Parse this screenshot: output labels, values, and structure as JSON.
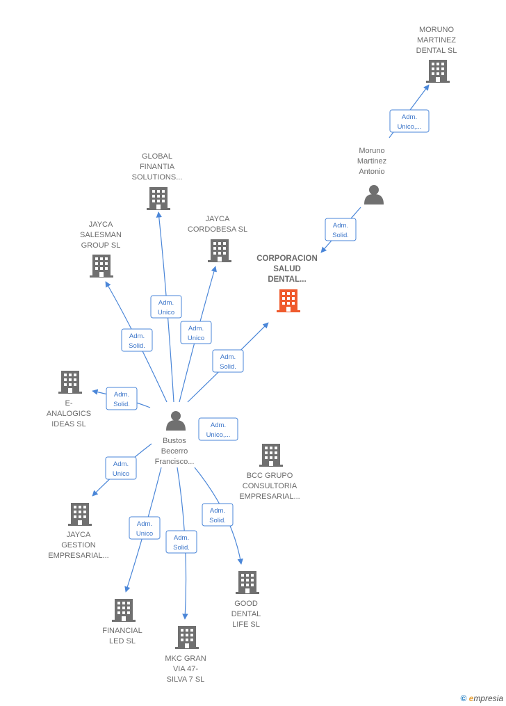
{
  "brand": {
    "copyright": "©",
    "initial": "e",
    "rest": "mpresia"
  },
  "colors": {
    "edge": "#4a86d8",
    "building": "#707070",
    "focus_building": "#ef5a2d",
    "person": "#707070",
    "label": "#6b6b6b"
  },
  "nodes": [
    {
      "id": "moruno-dental",
      "type": "company",
      "lines": [
        "MORUNO",
        "MARTINEZ",
        "DENTAL  SL"
      ]
    },
    {
      "id": "moruno-antonio",
      "type": "person",
      "lines": [
        "Moruno",
        "Martinez",
        "Antonio"
      ]
    },
    {
      "id": "corporacion",
      "type": "company-focus",
      "lines": [
        "CORPORACION",
        "SALUD",
        "DENTAL..."
      ]
    },
    {
      "id": "global-finantia",
      "type": "company",
      "lines": [
        "GLOBAL",
        "FINANTIA",
        "SOLUTIONS..."
      ]
    },
    {
      "id": "jayca-salesman",
      "type": "company",
      "lines": [
        "JAYCA",
        "SALESMAN",
        "GROUP  SL"
      ]
    },
    {
      "id": "jayca-cordobesa",
      "type": "company",
      "lines": [
        "JAYCA",
        "CORDOBESA SL"
      ]
    },
    {
      "id": "e-analogics",
      "type": "company",
      "lines": [
        "E-",
        "ANALOGICS",
        "IDEAS  SL"
      ]
    },
    {
      "id": "bustos",
      "type": "person",
      "lines": [
        "Bustos",
        "Becerro",
        "Francisco..."
      ]
    },
    {
      "id": "bcc-grupo",
      "type": "company",
      "lines": [
        "BCC GRUPO",
        "CONSULTORIA",
        "EMPRESARIAL..."
      ]
    },
    {
      "id": "jayca-gestion",
      "type": "company",
      "lines": [
        "JAYCA",
        "GESTION",
        "EMPRESARIAL..."
      ]
    },
    {
      "id": "good-dental",
      "type": "company",
      "lines": [
        "GOOD",
        "DENTAL",
        "LIFE  SL"
      ]
    },
    {
      "id": "financial-led",
      "type": "company",
      "lines": [
        "FINANCIAL",
        "LED  SL"
      ]
    },
    {
      "id": "mkc-gran-via",
      "type": "company",
      "lines": [
        "MKC GRAN",
        "VIA 47-",
        "SILVA 7  SL"
      ]
    }
  ],
  "edges": [
    {
      "from": "moruno-antonio",
      "to": "moruno-dental",
      "lines": [
        "Adm.",
        "Unico,..."
      ]
    },
    {
      "from": "moruno-antonio",
      "to": "corporacion",
      "lines": [
        "Adm.",
        "Solid."
      ]
    },
    {
      "from": "bustos",
      "to": "global-finantia",
      "lines": [
        "Adm.",
        "Unico"
      ]
    },
    {
      "from": "bustos",
      "to": "jayca-salesman",
      "lines": [
        "Adm.",
        "Solid."
      ]
    },
    {
      "from": "bustos",
      "to": "jayca-cordobesa",
      "lines": [
        "Adm.",
        "Unico"
      ]
    },
    {
      "from": "bustos",
      "to": "corporacion",
      "lines": [
        "Adm.",
        "Solid."
      ]
    },
    {
      "from": "bustos",
      "to": "e-analogics",
      "lines": [
        "Adm.",
        "Solid."
      ]
    },
    {
      "from": "bustos",
      "to": "bcc-grupo",
      "lines": [
        "Adm.",
        "Unico,..."
      ]
    },
    {
      "from": "bustos",
      "to": "jayca-gestion",
      "lines": [
        "Adm.",
        "Unico"
      ]
    },
    {
      "from": "bustos",
      "to": "financial-led",
      "lines": [
        "Adm.",
        "Unico"
      ]
    },
    {
      "from": "bustos",
      "to": "mkc-gran-via",
      "lines": [
        "Adm.",
        "Solid."
      ]
    },
    {
      "from": "bustos",
      "to": "good-dental",
      "lines": [
        "Adm.",
        "Solid."
      ]
    }
  ]
}
